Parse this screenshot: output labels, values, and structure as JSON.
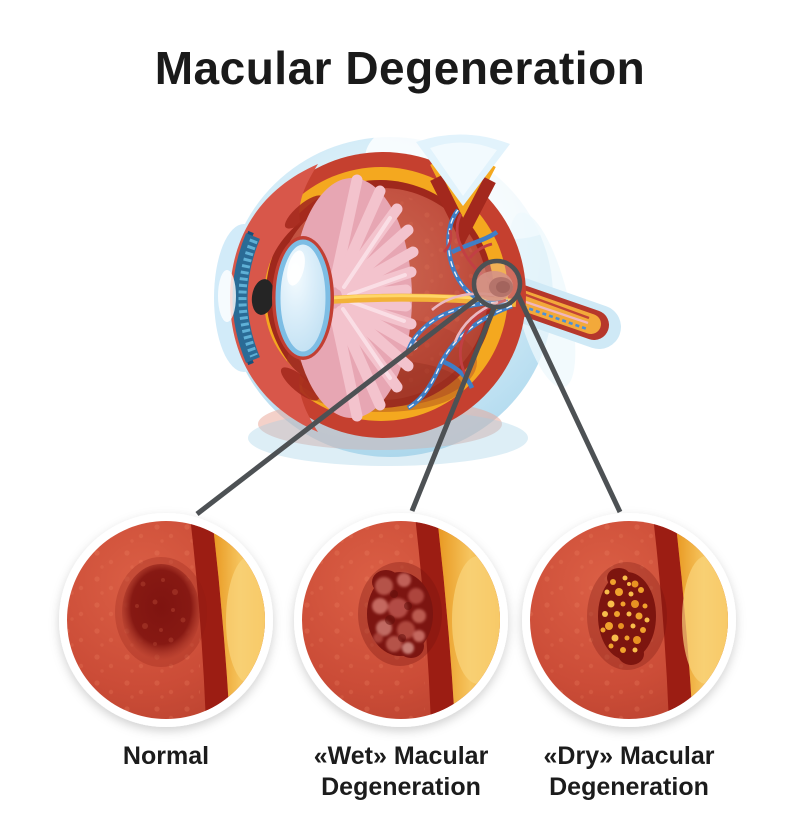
{
  "title": "Macular Degeneration",
  "figure": {
    "description": "Cross-section illustration of a human eye with the macula circled and connected by leader lines to three magnified retina views",
    "callout_target": "macula"
  },
  "panels": [
    {
      "id": "normal",
      "label": "Normal",
      "label2": ""
    },
    {
      "id": "wet",
      "label": "«Wet» Macular",
      "label2": "Degeneration"
    },
    {
      "id": "dry",
      "label": "«Dry» Macular",
      "label2": "Degeneration"
    }
  ],
  "palette": {
    "background": "#ffffff",
    "title_text": "#1a1a1a",
    "label_text": "#1c1c1c",
    "leader_line": "#4d5154",
    "sclera_blue": "#cfeaf7",
    "choroid_red": "#c5402f",
    "sclera_yellow": "#f4a81f",
    "inner_choroid_red": "#9f281c",
    "vitreous_red": "#c25140",
    "fiber_pink": "#f3c3cd",
    "iris_blue": "#2a6b96",
    "lens_blue": "#bedff2",
    "vessel_blue": "#3f7ec6",
    "vessel_red": "#c23f44",
    "panel_retina_red": "#cf4f3a",
    "panel_band_red": "#9c1d13",
    "panel_sclera_yellow": "#f2ab33",
    "normal_macula_red": "#871a14",
    "wet_hemorrhage_red": "#7c1511",
    "dry_drusen_orange": "#f0a22d"
  }
}
